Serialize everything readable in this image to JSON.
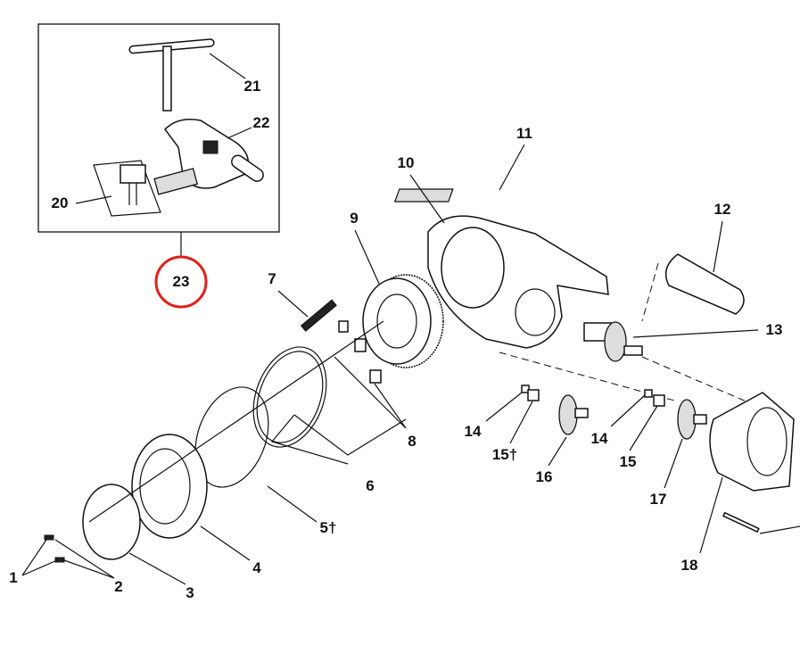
{
  "diagram": {
    "callouts": {
      "p1": "1",
      "p2": "2",
      "p3": "3",
      "p4": "4",
      "p5": "5†",
      "p6": "6",
      "p7": "7",
      "p8": "8",
      "p9": "9",
      "p10": "10",
      "p11": "11",
      "p12": "12",
      "p13": "13",
      "p14a": "14",
      "p14b": "14",
      "p15a": "15†",
      "p15b": "15",
      "p16": "16",
      "p17": "17",
      "p18": "18",
      "p20": "20",
      "p21": "21",
      "p22": "22",
      "p23": "23"
    },
    "highlight_color": "#e0201b"
  }
}
